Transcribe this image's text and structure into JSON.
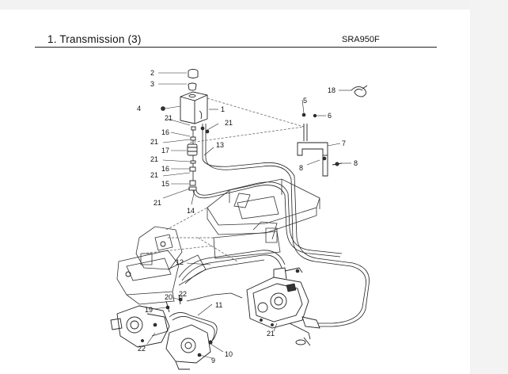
{
  "header": {
    "title": "1. Transmission (3)",
    "code": "SRA950F"
  },
  "callouts": [
    {
      "id": "c2",
      "label": "2"
    },
    {
      "id": "c3",
      "label": "3"
    },
    {
      "id": "c4",
      "label": "4"
    },
    {
      "id": "c1",
      "label": "1"
    },
    {
      "id": "c21a",
      "label": "21"
    },
    {
      "id": "c21b",
      "label": "21"
    },
    {
      "id": "c16a",
      "label": "16"
    },
    {
      "id": "c21c",
      "label": "21"
    },
    {
      "id": "c17",
      "label": "17"
    },
    {
      "id": "c13",
      "label": "13"
    },
    {
      "id": "c21d",
      "label": "21"
    },
    {
      "id": "c16b",
      "label": "16"
    },
    {
      "id": "c21e",
      "label": "21"
    },
    {
      "id": "c15",
      "label": "15"
    },
    {
      "id": "c21f",
      "label": "21"
    },
    {
      "id": "c14",
      "label": "14"
    },
    {
      "id": "c18",
      "label": "18"
    },
    {
      "id": "c5",
      "label": "5"
    },
    {
      "id": "c6",
      "label": "6"
    },
    {
      "id": "c7",
      "label": "7"
    },
    {
      "id": "c8a",
      "label": "8"
    },
    {
      "id": "c8b",
      "label": "8"
    },
    {
      "id": "c12",
      "label": "12"
    },
    {
      "id": "c20",
      "label": "20"
    },
    {
      "id": "c22a",
      "label": "22"
    },
    {
      "id": "c19",
      "label": "19"
    },
    {
      "id": "c11",
      "label": "11"
    },
    {
      "id": "c22b",
      "label": "22"
    },
    {
      "id": "c10",
      "label": "10"
    },
    {
      "id": "c9",
      "label": "9"
    },
    {
      "id": "c21g",
      "label": "21"
    }
  ]
}
